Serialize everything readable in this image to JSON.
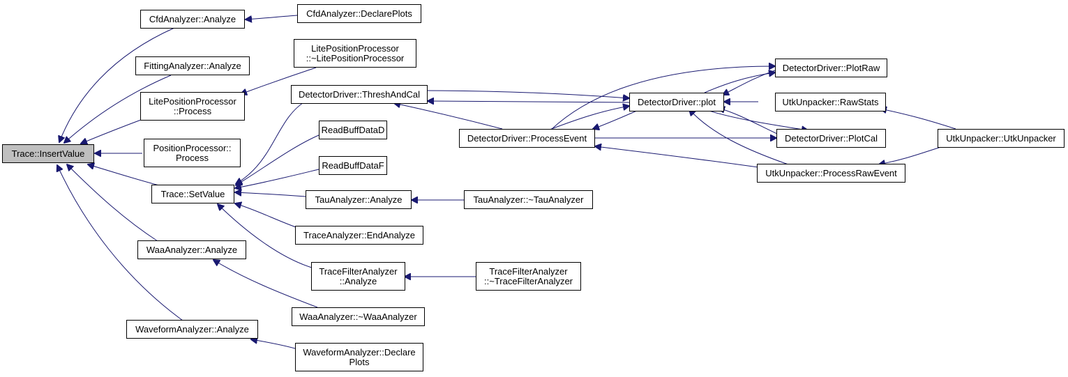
{
  "graph": {
    "colors": {
      "edge": "#191970",
      "root_fill": "#bfbfbf",
      "node_fill": "#ffffff",
      "border": "#000000"
    },
    "nodes": {
      "root": {
        "lines": [
          "Trace::InsertValue"
        ]
      },
      "cfd_analyze": {
        "lines": [
          "CfdAnalyzer::Analyze"
        ]
      },
      "cfd_declareplots": {
        "lines": [
          "CfdAnalyzer::DeclarePlots"
        ]
      },
      "fitting_analyze": {
        "lines": [
          "FittingAnalyzer::Analyze"
        ]
      },
      "lite_dtor": {
        "lines": [
          "LitePositionProcessor",
          "::~LitePositionProcessor"
        ]
      },
      "lite_process": {
        "lines": [
          "LitePositionProcessor",
          "::Process"
        ]
      },
      "pos_process": {
        "lines": [
          "PositionProcessor::",
          "Process"
        ]
      },
      "trace_setvalue": {
        "lines": [
          "Trace::SetValue"
        ]
      },
      "dd_threshandcal": {
        "lines": [
          "DetectorDriver::ThreshAndCal"
        ]
      },
      "readbuff_d": {
        "lines": [
          "ReadBuffDataD"
        ]
      },
      "readbuff_f": {
        "lines": [
          "ReadBuffDataF"
        ]
      },
      "tau_analyze": {
        "lines": [
          "TauAnalyzer::Analyze"
        ]
      },
      "tau_dtor": {
        "lines": [
          "TauAnalyzer::~TauAnalyzer"
        ]
      },
      "trace_endanalyze": {
        "lines": [
          "TraceAnalyzer::EndAnalyze"
        ]
      },
      "tfa_analyze": {
        "lines": [
          "TraceFilterAnalyzer",
          "::Analyze"
        ]
      },
      "tfa_dtor": {
        "lines": [
          "TraceFilterAnalyzer",
          "::~TraceFilterAnalyzer"
        ]
      },
      "waa_analyze": {
        "lines": [
          "WaaAnalyzer::Analyze"
        ]
      },
      "waa_dtor": {
        "lines": [
          "WaaAnalyzer::~WaaAnalyzer"
        ]
      },
      "wf_analyze": {
        "lines": [
          "WaveformAnalyzer::Analyze"
        ]
      },
      "wf_declareplots": {
        "lines": [
          "WaveformAnalyzer::Declare",
          "Plots"
        ]
      },
      "dd_processevent": {
        "lines": [
          "DetectorDriver::ProcessEvent"
        ]
      },
      "dd_plot": {
        "lines": [
          "DetectorDriver::plot"
        ]
      },
      "dd_plotraw": {
        "lines": [
          "DetectorDriver::PlotRaw"
        ]
      },
      "dd_plotcal": {
        "lines": [
          "DetectorDriver::PlotCal"
        ]
      },
      "utk_rawstats": {
        "lines": [
          "UtkUnpacker::RawStats"
        ]
      },
      "utk_processrawevent": {
        "lines": [
          "UtkUnpacker::ProcessRawEvent"
        ]
      },
      "utk_ctor": {
        "lines": [
          "UtkUnpacker::UtkUnpacker"
        ]
      }
    }
  }
}
